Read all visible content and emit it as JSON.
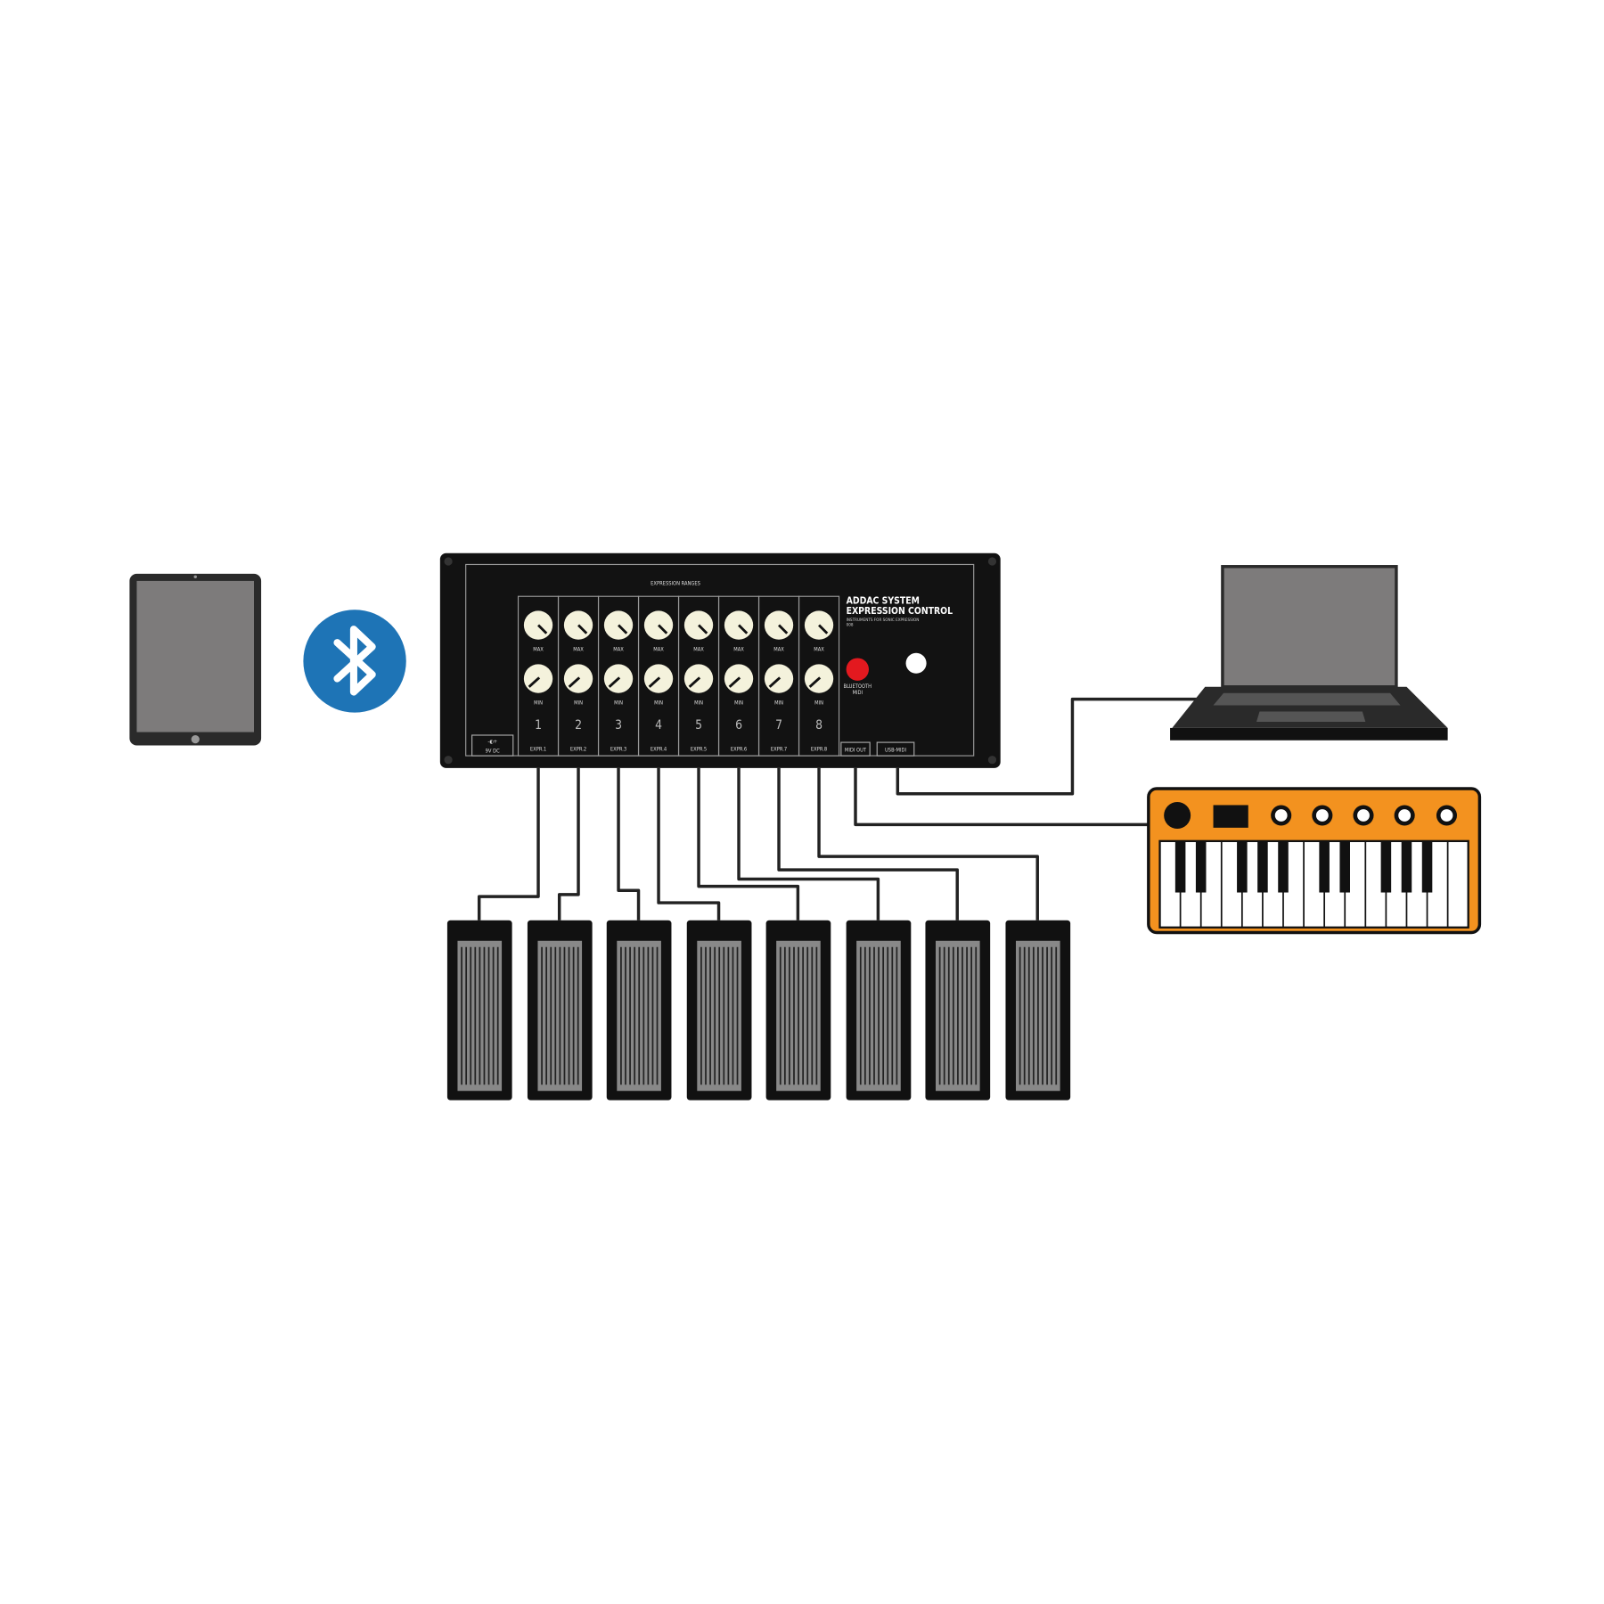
{
  "panel": {
    "section_label": "EXPRESSION RANGES",
    "brand": "ADDAC SYSTEM",
    "product": "EXPRESSION CONTROL",
    "tagline": "INSTRUMENTS FOR SONIC EXPRESSION",
    "model": "008",
    "power_label": "9V DC",
    "power_symbol": "-◐+",
    "bluetooth_label_1": "BLUETOOTH",
    "bluetooth_label_2": "MIDI",
    "midi_out_label": "MIDI OUT",
    "usb_midi_label": "USB-MIDI",
    "channels": [
      {
        "number": "1",
        "max": "MAX",
        "min": "MIN",
        "jack": "EXPR.1"
      },
      {
        "number": "2",
        "max": "MAX",
        "min": "MIN",
        "jack": "EXPR.2"
      },
      {
        "number": "3",
        "max": "MAX",
        "min": "MIN",
        "jack": "EXPR.3"
      },
      {
        "number": "4",
        "max": "MAX",
        "min": "MIN",
        "jack": "EXPR.4"
      },
      {
        "number": "5",
        "max": "MAX",
        "min": "MIN",
        "jack": "EXPR.5"
      },
      {
        "number": "6",
        "max": "MAX",
        "min": "MIN",
        "jack": "EXPR.6"
      },
      {
        "number": "7",
        "max": "MAX",
        "min": "MIN",
        "jack": "EXPR.7"
      },
      {
        "number": "8",
        "max": "MAX",
        "min": "MIN",
        "jack": "EXPR.8"
      }
    ]
  },
  "colors": {
    "bluetooth": "#1e74b6",
    "keyboard": "#f3921f",
    "panel": "#121212",
    "screen": "#7d7b7b",
    "led": "#e3191f",
    "knob": "#f4f2dc"
  },
  "icons": [
    "tablet-icon",
    "bluetooth-icon",
    "laptop-icon",
    "midi-keyboard-icon",
    "expression-pedal-icon"
  ]
}
